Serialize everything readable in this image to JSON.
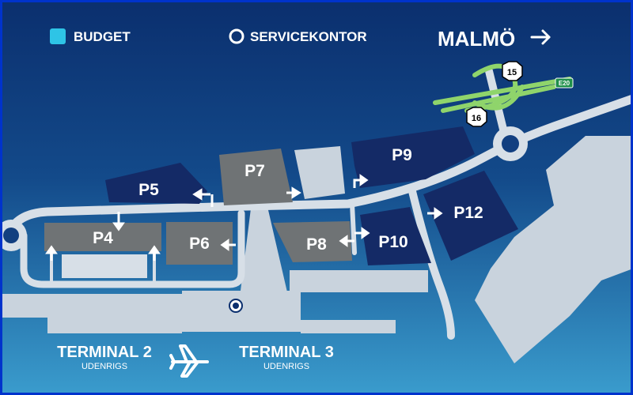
{
  "colors": {
    "background_top": "#0b2f6e",
    "background_bottom": "#3a9ccd",
    "frame": "#0033cc",
    "road": "#d7dfe7",
    "building": "#c9d3dd",
    "budget_lot": "#6f7375",
    "standard_lot": "#142a66",
    "budget_swatch": "#2ec4e6",
    "highway": "#8fd46b",
    "route_sign": "#ffffff",
    "e20_sign": "#1f8f4a"
  },
  "legend": {
    "budget_label": "BUDGET",
    "servicekontor_label": "SERVICEKONTOR"
  },
  "destination": {
    "label": "MALMÖ"
  },
  "road_signs": {
    "route_15": "15",
    "route_16": "16",
    "route_e20": "E20"
  },
  "parking": {
    "p4": "P4",
    "p5": "P5",
    "p6": "P6",
    "p7": "P7",
    "p8": "P8",
    "p9": "P9",
    "p10": "P10",
    "p12": "P12"
  },
  "terminals": {
    "terminal2": {
      "name": "TERMINAL 2",
      "sub": "UDENRIGS"
    },
    "terminal3": {
      "name": "TERMINAL 3",
      "sub": "UDENRIGS"
    }
  }
}
